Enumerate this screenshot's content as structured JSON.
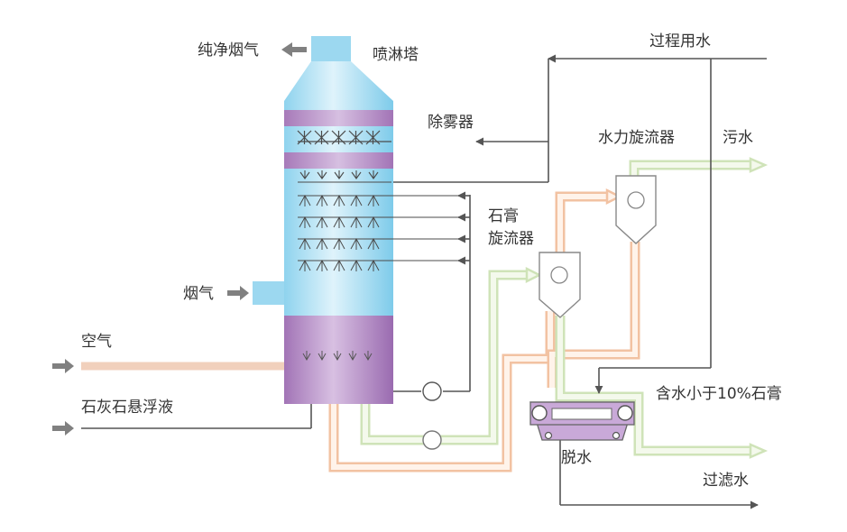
{
  "labels": {
    "clean_flue_gas": "纯净烟气",
    "spray_tower": "喷淋塔",
    "process_water": "过程用水",
    "demister": "除雾器",
    "hydrocyclone": "水力旋流器",
    "wastewater": "污水",
    "gypsum_cyclone_line1": "石膏",
    "gypsum_cyclone_line2": "旋流器",
    "flue_gas": "烟气",
    "air": "空气",
    "limestone_slurry": "石灰石悬浮液",
    "gypsum_product": "含水小于10%石膏",
    "dewatering": "脱水",
    "filtered_water": "过滤水"
  },
  "colors": {
    "tower_blue_light": "#dff3fb",
    "tower_blue_dark": "#8fd3ee",
    "tower_purple": "#b68cc6",
    "water_line": "#555555",
    "air_line": "#f1d0bc",
    "slurry_line": "#e5f0d5",
    "gypsum_line": "#f5d7c3",
    "arrow_gray": "#808080"
  }
}
